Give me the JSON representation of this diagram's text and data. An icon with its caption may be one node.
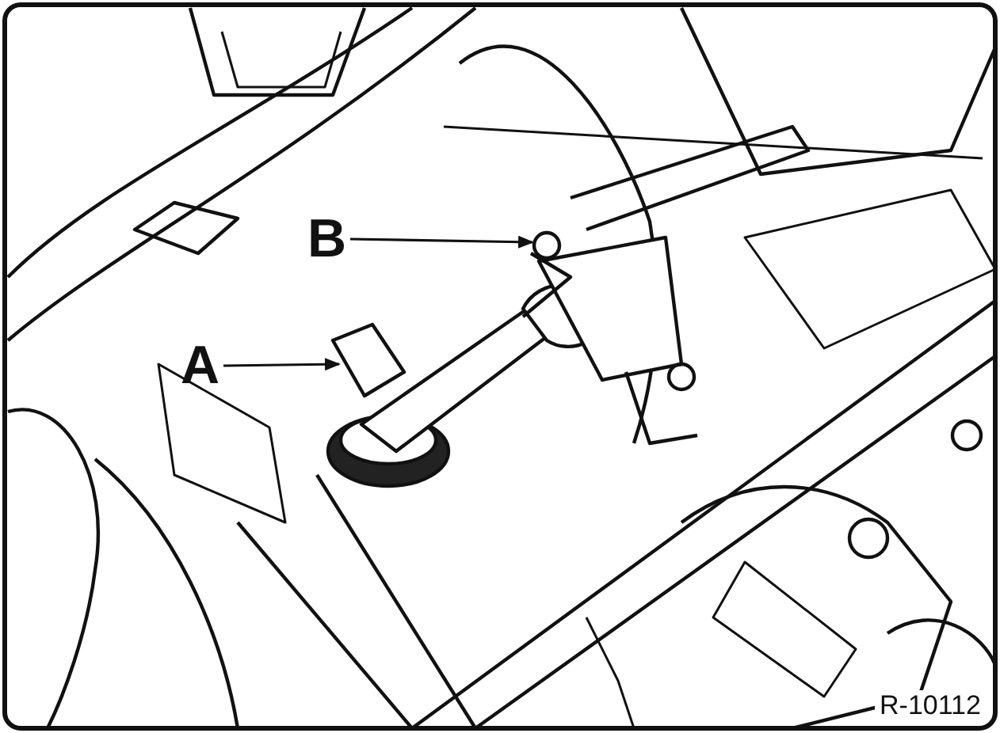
{
  "diagram": {
    "nodes": [
      {
        "text": [
          "A"
        ]
      },
      {
        "text": [
          "B"
        ]
      }
    ],
    "edges": [
      {
        "from": 0,
        "to": null,
        "arrow": "to"
      },
      {
        "from": 1,
        "to": null,
        "arrow": "to"
      }
    ],
    "labels": [
      "R-10112"
    ]
  }
}
